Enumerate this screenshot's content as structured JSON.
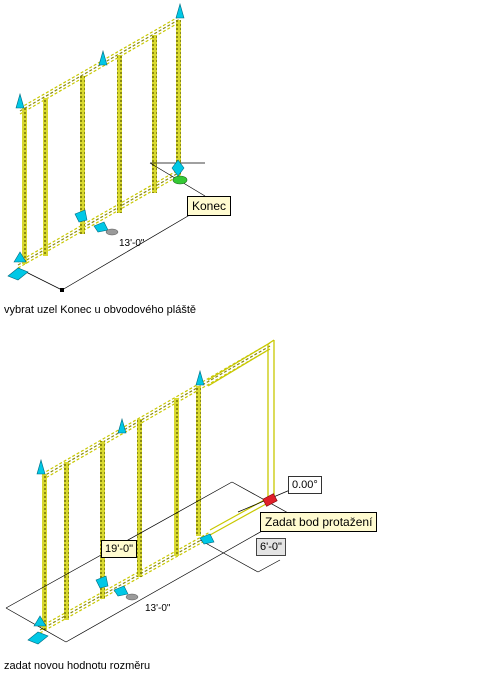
{
  "panel_top": {
    "caption": "vybrat uzel Konec u obvodového pláště",
    "tooltip": "Konec",
    "dimension": "13'-0\""
  },
  "panel_bottom": {
    "caption": "zadat novou hodnotu rozměru",
    "tooltip_prompt": "Zadat bod protažení",
    "angle_input": "0.00°",
    "length_input": "6'-0\"",
    "dimension_left": "19'-0\"",
    "dimension_bottom": "13'-0\""
  },
  "colors": {
    "wall": "#c8c800",
    "grip": "#00c8e6",
    "grip_active": "#e0202a",
    "grip_selected": "#35c935",
    "tooltip_bg": "#fffbd0"
  }
}
